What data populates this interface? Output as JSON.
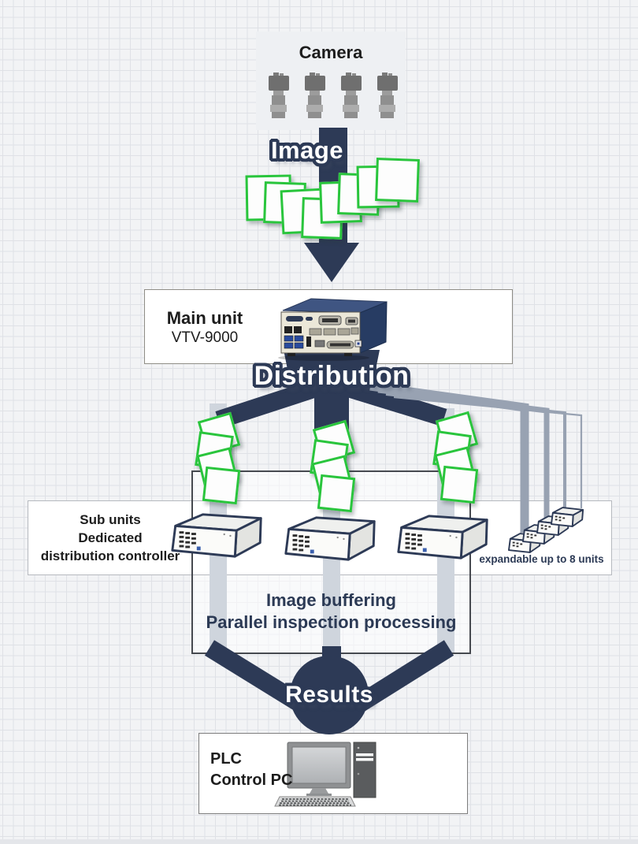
{
  "diagram": {
    "camera": {
      "label": "Camera",
      "count": 4
    },
    "labels": {
      "image": "Image",
      "distribution": "Distribution",
      "results": "Results"
    },
    "main_unit": {
      "title": "Main unit",
      "model": "VTV-9000"
    },
    "sub_units": {
      "lines": [
        "Sub units",
        "Dedicated",
        "distribution controller"
      ]
    },
    "processing": {
      "lines": [
        "Image buffering",
        "Parallel inspection processing"
      ]
    },
    "expandable": {
      "note": "expandable up to 8 units"
    },
    "output": {
      "lines": [
        "PLC",
        "Control PC"
      ]
    },
    "colors": {
      "navy": "#2d3a56",
      "green": "#29c53c",
      "gray_connector": "#98a2b2",
      "light_bar": "#cfd5dd",
      "background": "#f2f3f5"
    }
  }
}
